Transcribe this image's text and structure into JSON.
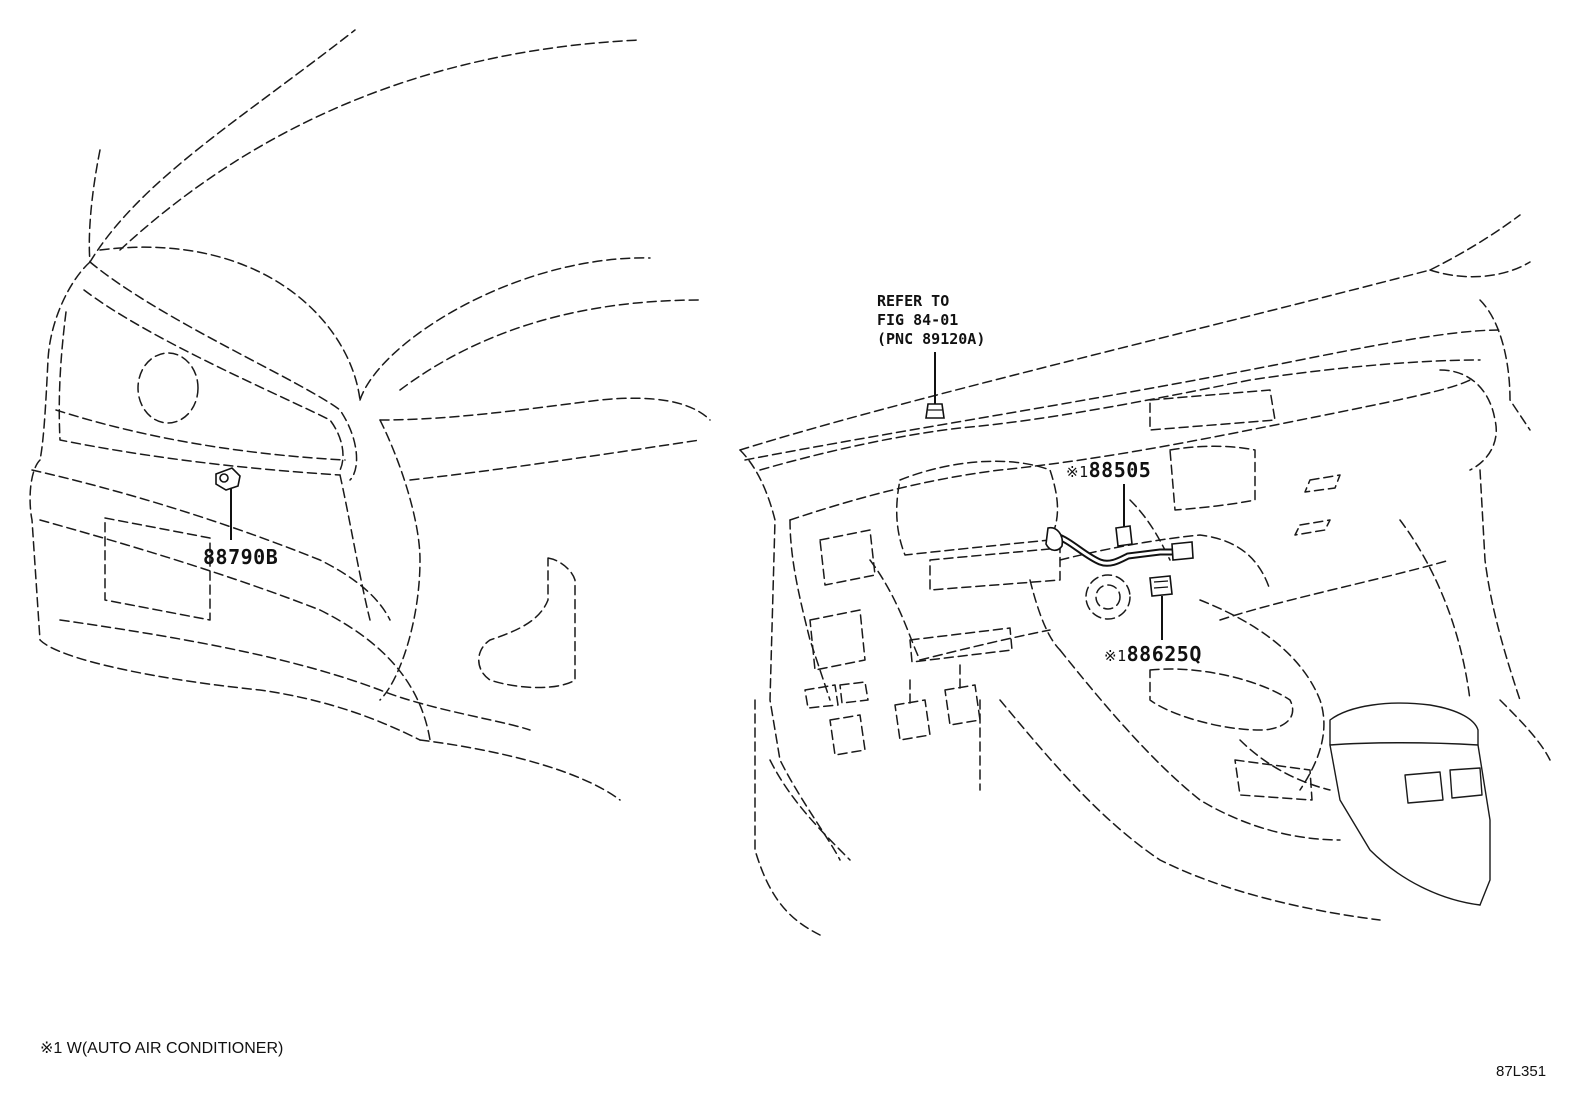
{
  "callouts": {
    "front_sensor": {
      "part_no": "88790B",
      "prefix": ""
    },
    "dash_sensor": {
      "part_no": "88505",
      "prefix": "※1"
    },
    "lower_sensor": {
      "part_no": "88625Q",
      "prefix": "※1"
    }
  },
  "reference": {
    "line1": "REFER TO",
    "line2": "FIG 84-01",
    "line3": "(PNC 89120A)"
  },
  "footnote": "※1 W(AUTO AIR CONDITIONER)",
  "figure_id": "87L351"
}
